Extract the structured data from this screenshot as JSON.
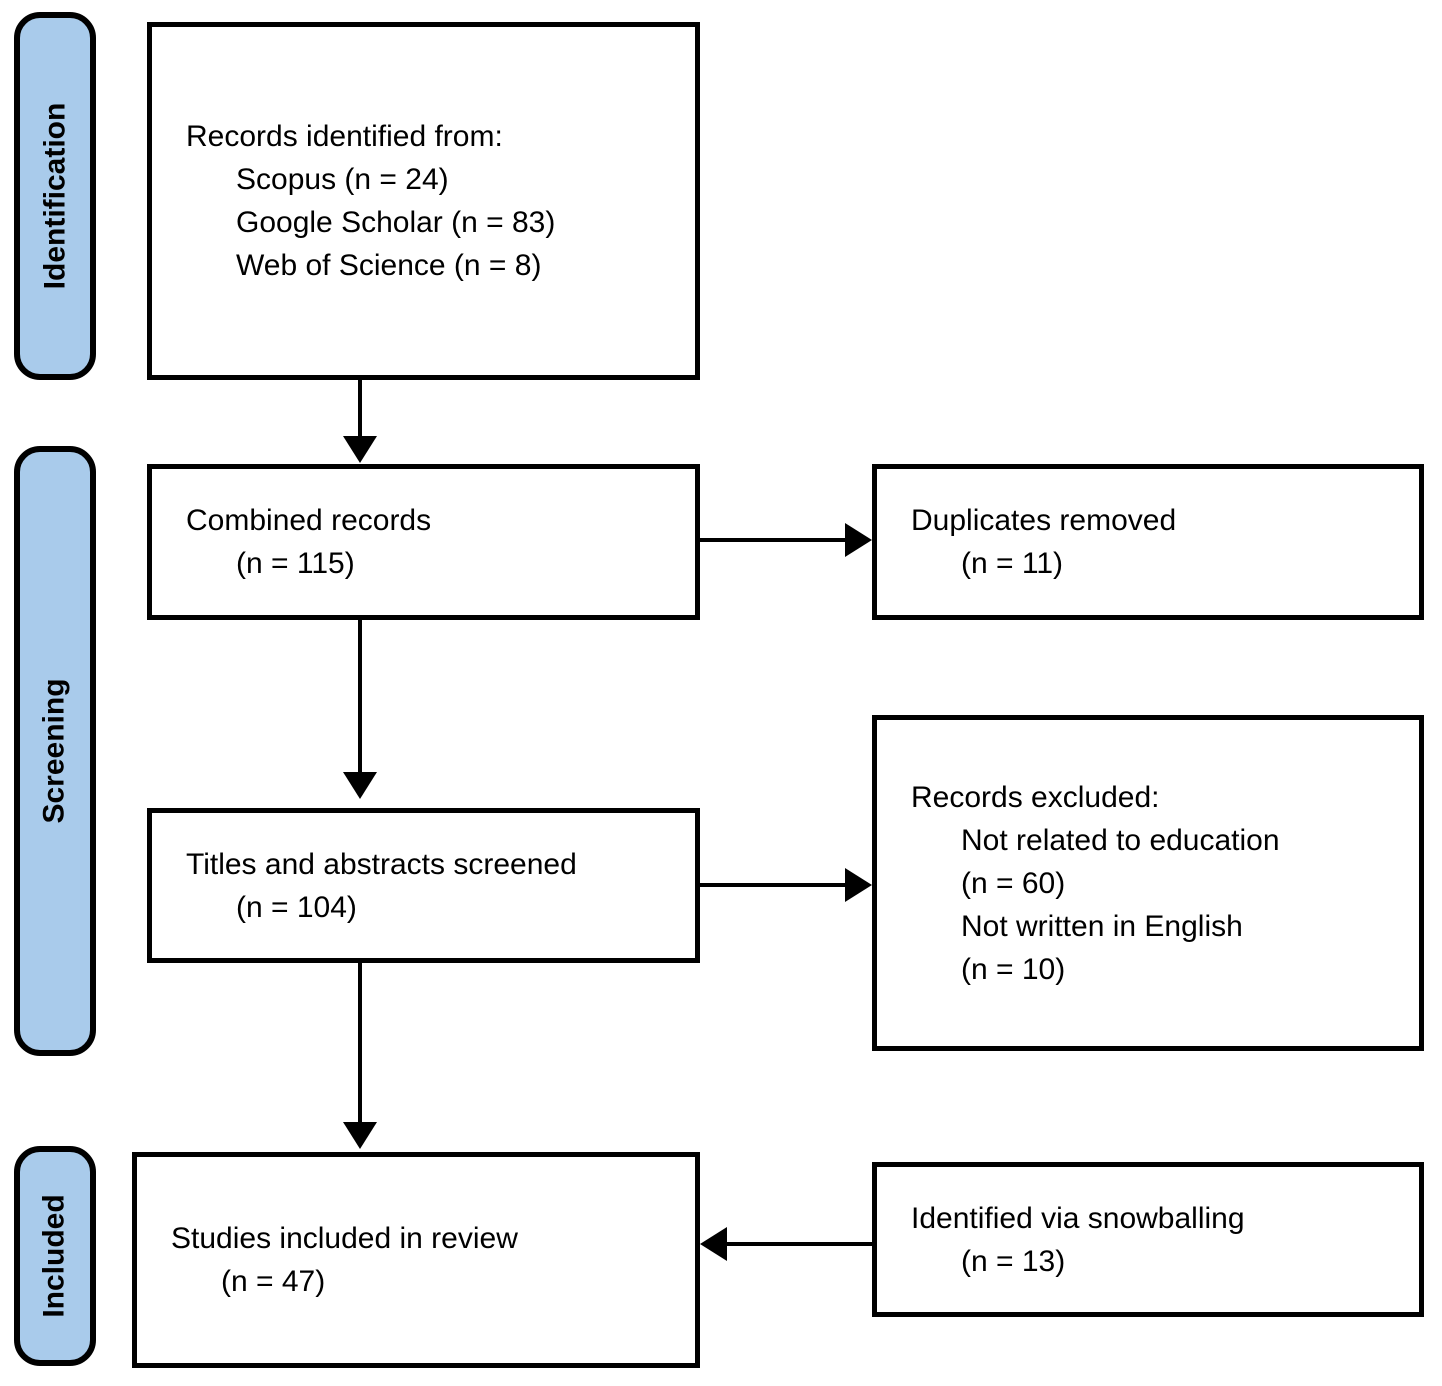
{
  "diagram": {
    "type": "prisma-flow-diagram",
    "accent_color": "#a9cbeb",
    "line_color": "#000000",
    "background_color": "#ffffff"
  },
  "stages": [
    {
      "id": "identification",
      "label": "Identification"
    },
    {
      "id": "screening",
      "label": "Screening"
    },
    {
      "id": "included",
      "label": "Included"
    }
  ],
  "boxes": {
    "records_identified": {
      "lines": [
        "Records identified from:",
        "Scopus (n = 24)",
        "Google Scholar (n = 83)",
        "Web of Science (n = 8)"
      ]
    },
    "combined_records": {
      "lines": [
        "Combined records",
        "(n = 115)"
      ]
    },
    "duplicates_removed": {
      "lines": [
        "Duplicates removed",
        "(n = 11)"
      ]
    },
    "titles_abstracts_screened": {
      "lines": [
        "Titles and abstracts screened",
        "(n = 104)"
      ]
    },
    "records_excluded": {
      "lines": [
        "Records excluded:",
        "Not related to education",
        "(n = 60)",
        "Not written in English",
        "(n = 10)"
      ]
    },
    "studies_included": {
      "lines": [
        "Studies included in review",
        "(n = 47)"
      ]
    },
    "identified_snowballing": {
      "lines": [
        "Identified via snowballing",
        "(n = 13)"
      ]
    }
  },
  "counts": {
    "scopus": 24,
    "google_scholar": 83,
    "web_of_science": 8,
    "combined": 115,
    "duplicates_removed": 11,
    "titles_abstracts_screened": 104,
    "excluded_not_education": 60,
    "excluded_not_english": 10,
    "snowballing": 13,
    "studies_included": 47
  }
}
